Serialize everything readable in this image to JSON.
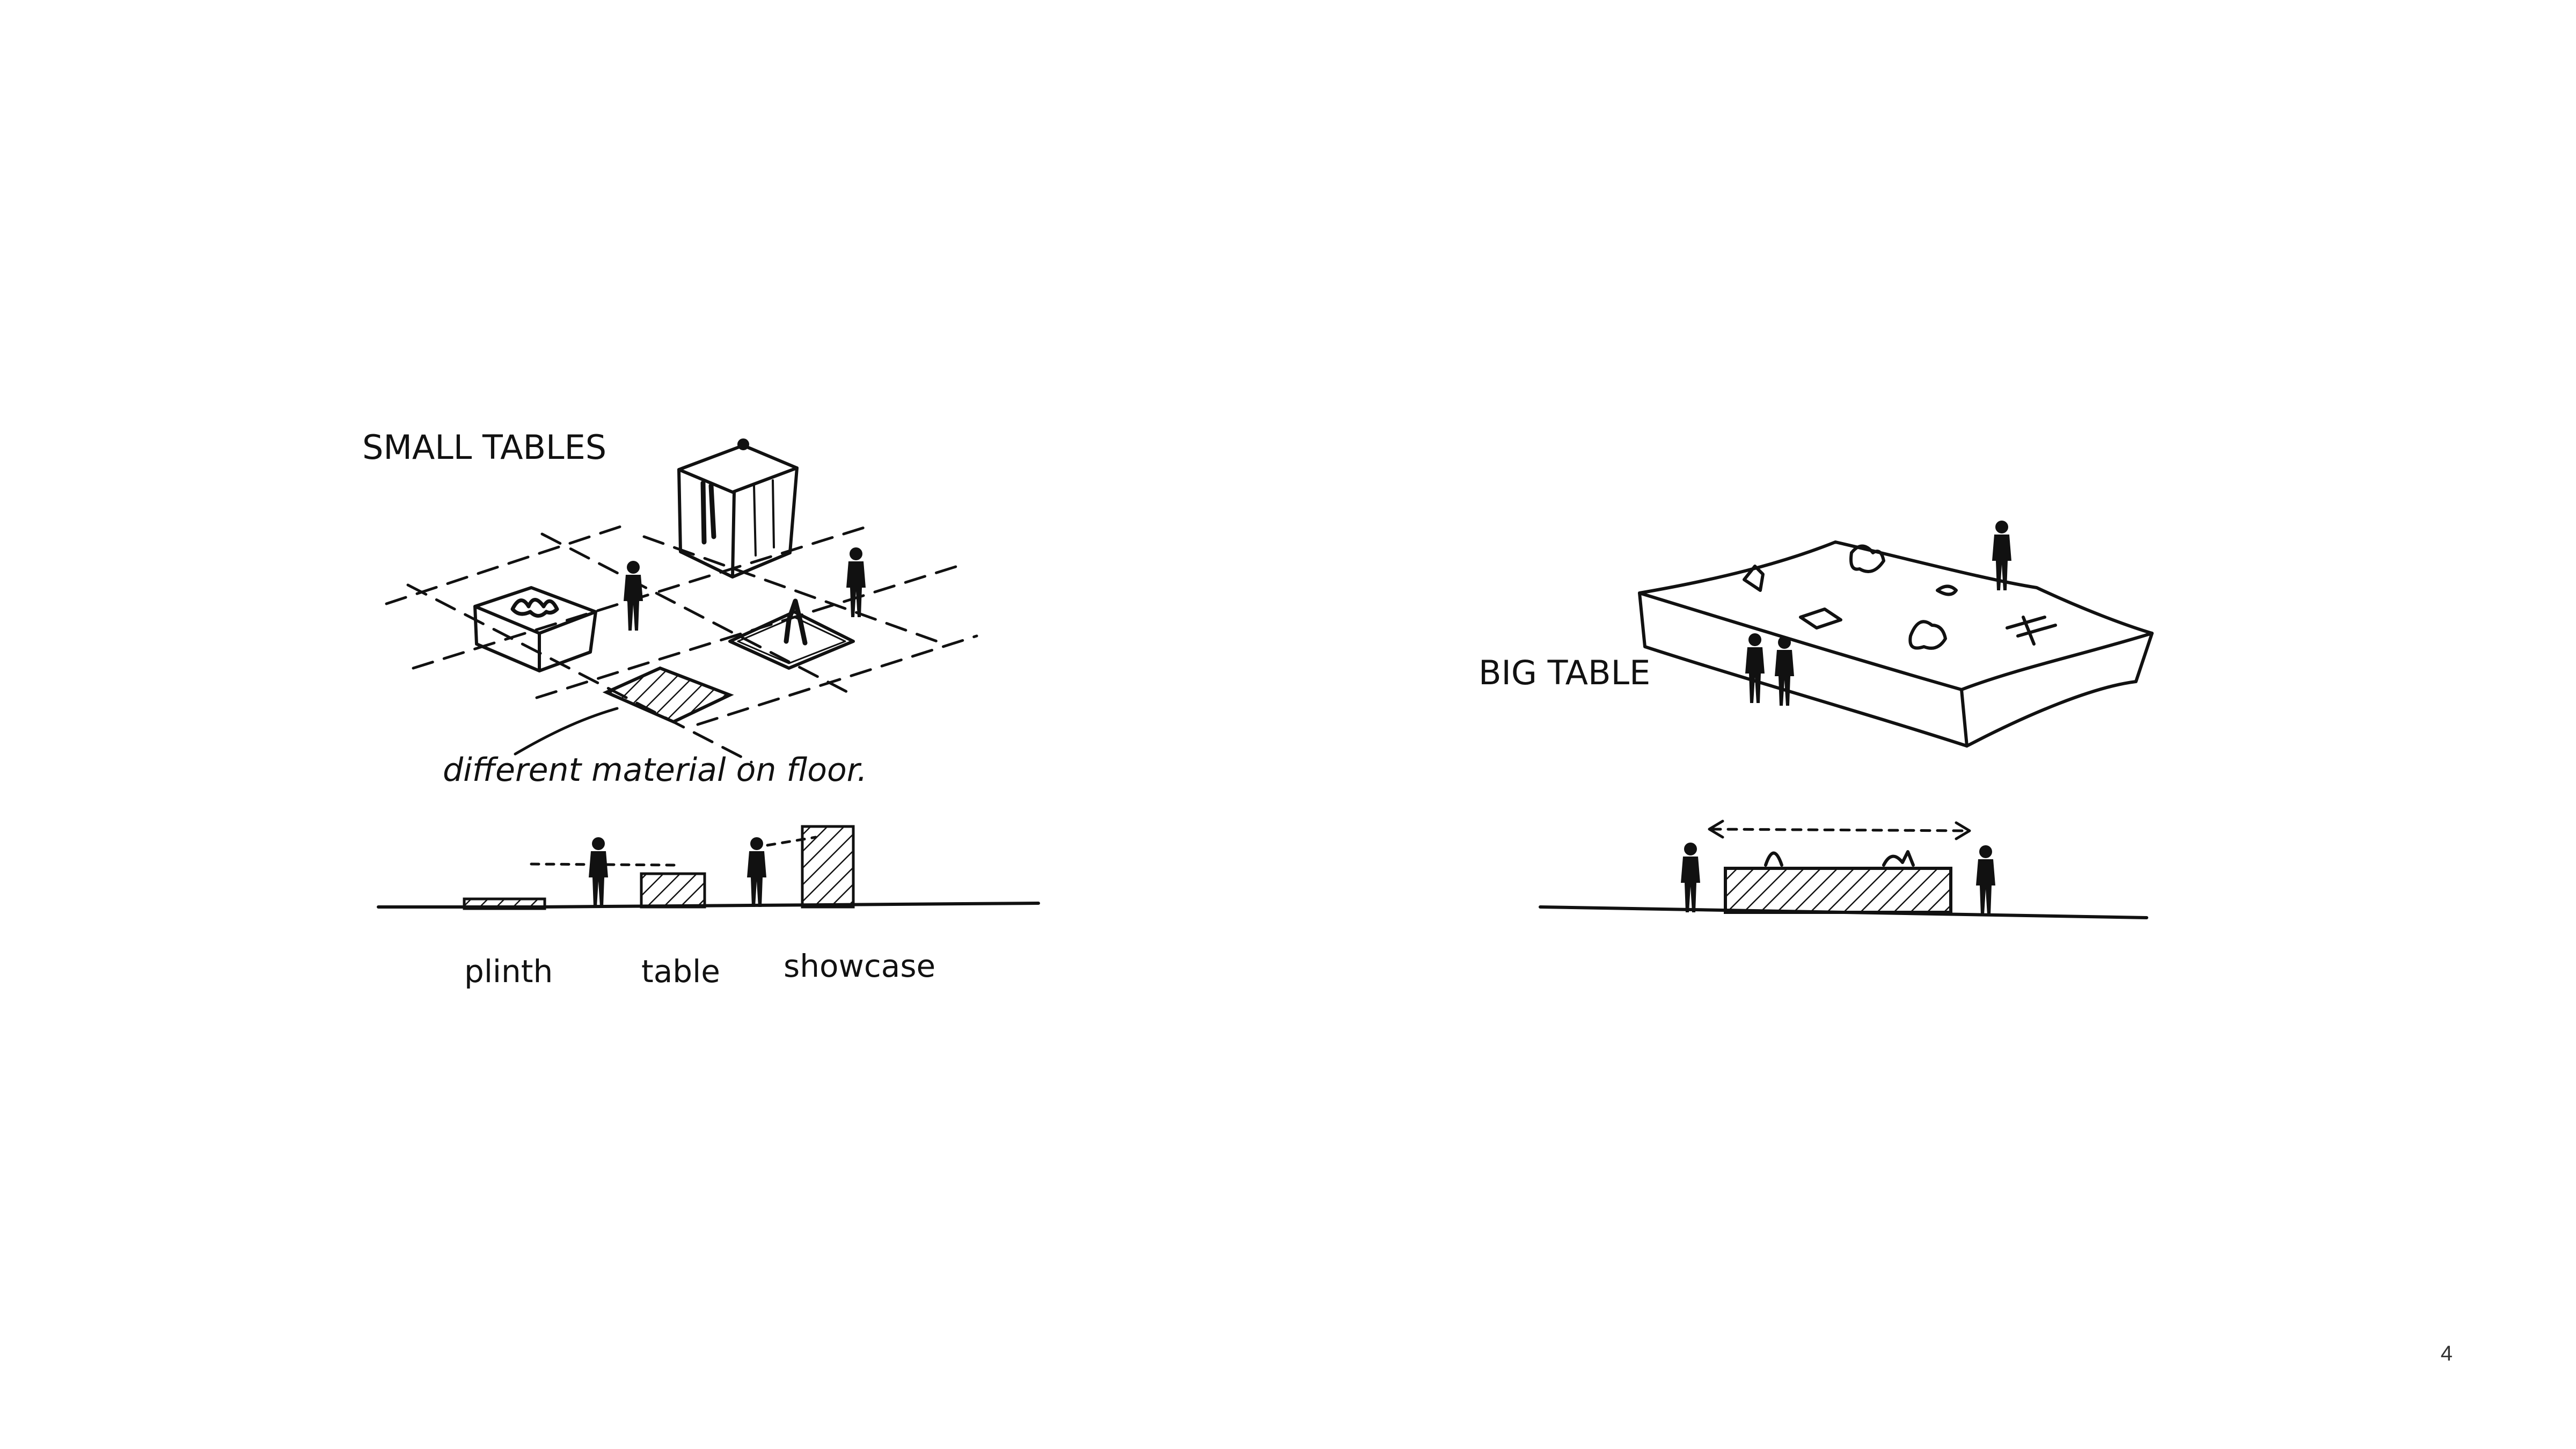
{
  "page": {
    "number": "4"
  },
  "left_sketch": {
    "title": "SMALL TABLES",
    "annotation": "different material on floor.",
    "section_labels": [
      "plinth",
      "table",
      "showcase"
    ]
  },
  "right_sketch": {
    "title": "BIG TABLE"
  }
}
